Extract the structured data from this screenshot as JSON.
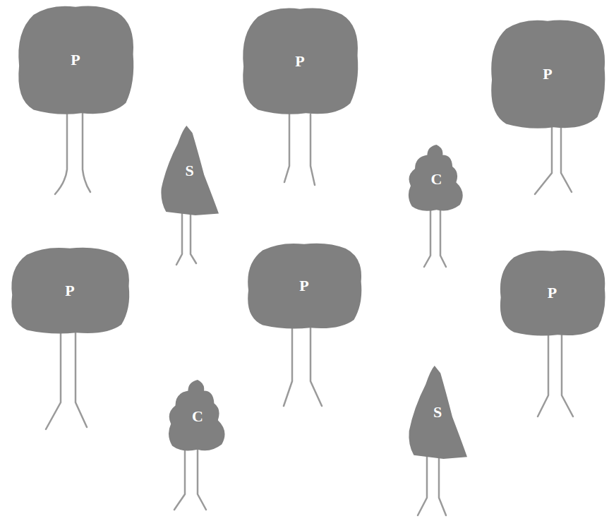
{
  "diagram": {
    "nodes": [
      {
        "text": [
          "P"
        ]
      },
      {
        "text": [
          "P"
        ]
      },
      {
        "text": [
          "P"
        ]
      },
      {
        "text": [
          "S"
        ]
      },
      {
        "text": [
          "C"
        ]
      },
      {
        "text": [
          "P"
        ]
      },
      {
        "text": [
          "P"
        ]
      },
      {
        "text": [
          "P"
        ]
      },
      {
        "text": [
          "C"
        ]
      },
      {
        "text": [
          "S"
        ]
      }
    ]
  }
}
